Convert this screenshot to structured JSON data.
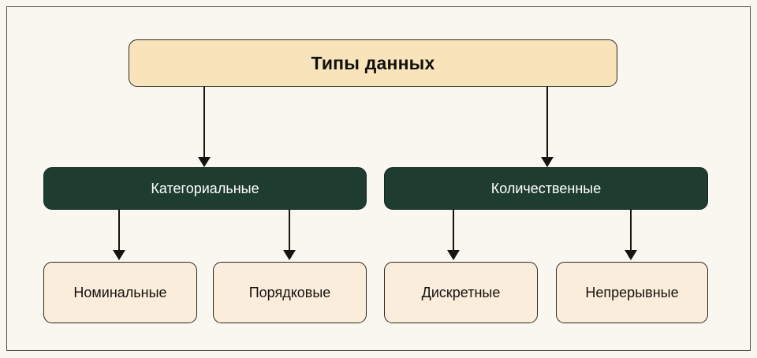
{
  "diagram": {
    "title_node": {
      "label": "Типы данных"
    },
    "branches": [
      {
        "label": "Категориальные"
      },
      {
        "label": "Количественные"
      }
    ],
    "leaves": [
      {
        "label": "Номинальные"
      },
      {
        "label": "Порядковые"
      },
      {
        "label": "Дискретные"
      },
      {
        "label": "Непрерывные"
      }
    ],
    "colors": {
      "background": "#faf6f0",
      "frame_border": "#53514c",
      "root_fill": "#f8e3bb",
      "branch_fill": "#1e3d30",
      "leaf_fill": "#fbeddb",
      "box_border": "#2b2721",
      "connector": "#16130f",
      "branch_text": "#ffffff",
      "dark_text": "#12100d"
    },
    "connectors": [
      {
        "name": "root-to-categorical"
      },
      {
        "name": "root-to-quantitative"
      },
      {
        "name": "categorical-to-nominal"
      },
      {
        "name": "categorical-to-ordinal"
      },
      {
        "name": "quantitative-to-discrete"
      },
      {
        "name": "quantitative-to-continuous"
      }
    ]
  }
}
